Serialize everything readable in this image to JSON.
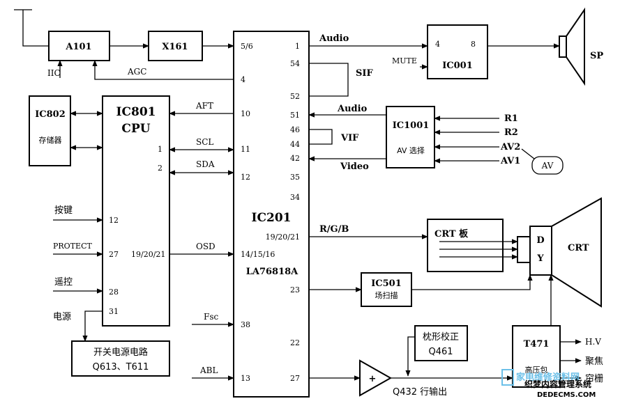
{
  "colors": {
    "line": "#000000",
    "background": "#ffffff",
    "watermark_accent": "#6cc0e8"
  },
  "blocks": {
    "a101": "A101",
    "x161": "X161",
    "ic201": {
      "name": "IC201",
      "part": "LA76818A"
    },
    "ic001": "IC001",
    "ic802": {
      "name": "IC802",
      "desc": "存储器"
    },
    "ic801": {
      "name": "IC801",
      "desc": "CPU"
    },
    "ic1001": {
      "name": "IC1001",
      "desc": "AV 选择"
    },
    "crt_board": "CRT 板",
    "ic501": {
      "name": "IC501",
      "desc": "场扫描"
    },
    "power": {
      "line1": "开关电源电路",
      "line2": "Q613、T611"
    },
    "pincushion": {
      "line1": "枕形校正",
      "line2": "Q461"
    },
    "t471": {
      "name": "T471",
      "desc": "高压包"
    },
    "dy": {
      "d": "D",
      "y": "Y"
    },
    "amp_symbol": "+"
  },
  "ic201_pins": {
    "left": [
      "5/6",
      "4",
      "10",
      "11",
      "12",
      "14/15/16",
      "38",
      "13"
    ],
    "right": [
      "1",
      "54",
      "52",
      "51",
      "46",
      "44",
      "42",
      "35",
      "34",
      "19/20/21",
      "23",
      "22",
      "27"
    ]
  },
  "ic801_pins": {
    "right": [
      "1",
      "2",
      "19/20/21"
    ],
    "left": [
      "12",
      "27",
      "28",
      "31"
    ]
  },
  "ic001_pins": [
    "4",
    "8"
  ],
  "signals": {
    "iic": "IIC",
    "agc": "AGC",
    "aft": "AFT",
    "scl": "SCL",
    "sda": "SDA",
    "osd": "OSD",
    "fsc": "Fsc",
    "abl": "ABL",
    "audio_out": "Audio",
    "mute": "MUTE",
    "sif": "SIF",
    "audio_in": "Audio",
    "vif": "VIF",
    "video": "Video",
    "rgb": "R/G/B",
    "r1": "R1",
    "r2": "R2",
    "av2": "AV2",
    "av1": "AV1",
    "av": "AV",
    "sp": "SP",
    "crt": "CRT",
    "hv": "H.V",
    "focus": "聚焦",
    "screen": "帘栅",
    "keys": "按键",
    "protect": "PROTECT",
    "remote": "遥控",
    "power_label": "电源",
    "line_out": "Q432 行输出"
  },
  "watermark": {
    "line1": "家电维修资料网",
    "line2": "织梦内容管理系统",
    "line3": "DEDECMS.COM"
  }
}
